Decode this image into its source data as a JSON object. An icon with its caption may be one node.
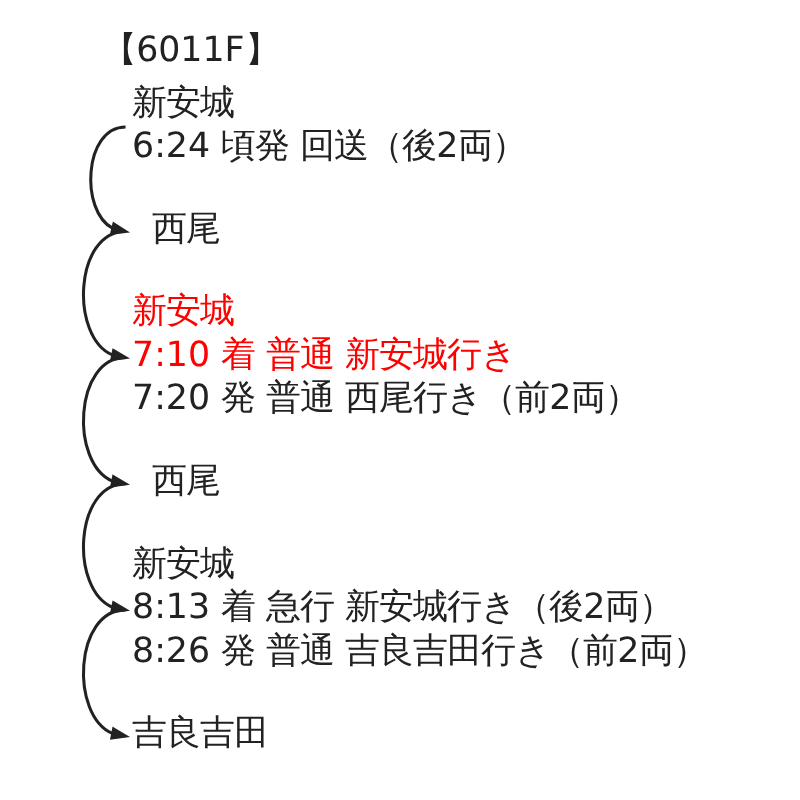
{
  "diagram": {
    "title": "【6011F】",
    "nodes": [
      {
        "text": [
          "新安城",
          "6:24 頃発 回送（後2両）"
        ]
      },
      {
        "text": [
          "西尾"
        ]
      },
      {
        "text": [
          "新安城",
          "7:10 着 普通 新安城行き",
          "7:20 発 普通 西尾行き（前2両）"
        ]
      },
      {
        "text": [
          "西尾"
        ]
      },
      {
        "text": [
          "新安城",
          "8:13 着 急行 新安城行き（後2両）",
          "8:26 発 普通 吉良吉田行き（前2両）"
        ]
      },
      {
        "text": [
          "吉良吉田"
        ]
      }
    ],
    "edges": [
      {
        "from": 0,
        "to": 1,
        "arrow": "to"
      },
      {
        "from": 1,
        "to": 2,
        "arrow": "to"
      },
      {
        "from": 2,
        "to": 3,
        "arrow": "to"
      },
      {
        "from": 3,
        "to": 4,
        "arrow": "to"
      },
      {
        "from": 4,
        "to": 5,
        "arrow": "to"
      }
    ]
  }
}
